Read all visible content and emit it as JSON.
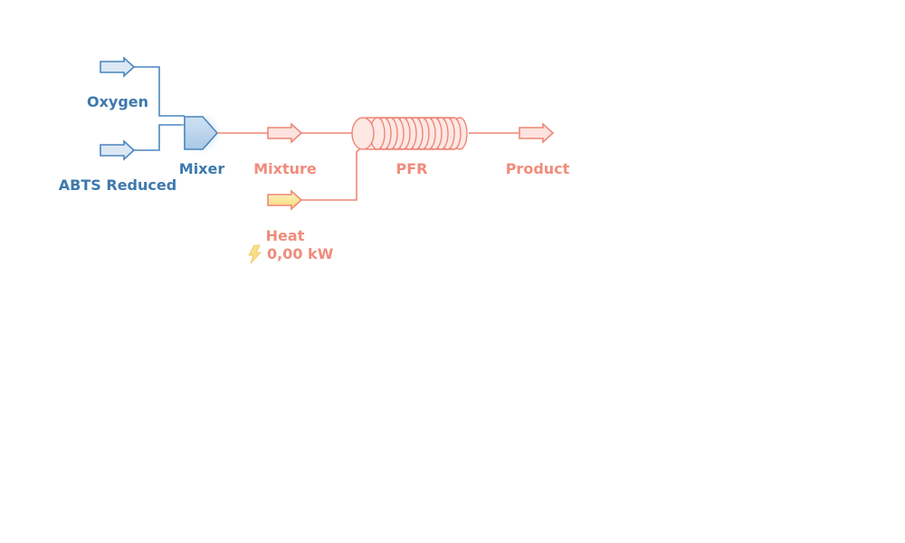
{
  "streams": {
    "oxygen": "Oxygen",
    "abts_reduced": "ABTS Reduced",
    "mixture": "Mixture",
    "product": "Product",
    "heat": "Heat",
    "heat_duty": "0,00 kW"
  },
  "units": {
    "mixer": "Mixer",
    "pfr": "PFR"
  },
  "colors": {
    "feed_blue": "#4a85bd",
    "process_red": "#ef8677",
    "energy_yellow": "#f7d774"
  },
  "icons": [
    "feed-arrow-icon",
    "mixer-icon",
    "pfr-reactor-icon",
    "energy-stream-icon",
    "lightning-icon"
  ]
}
